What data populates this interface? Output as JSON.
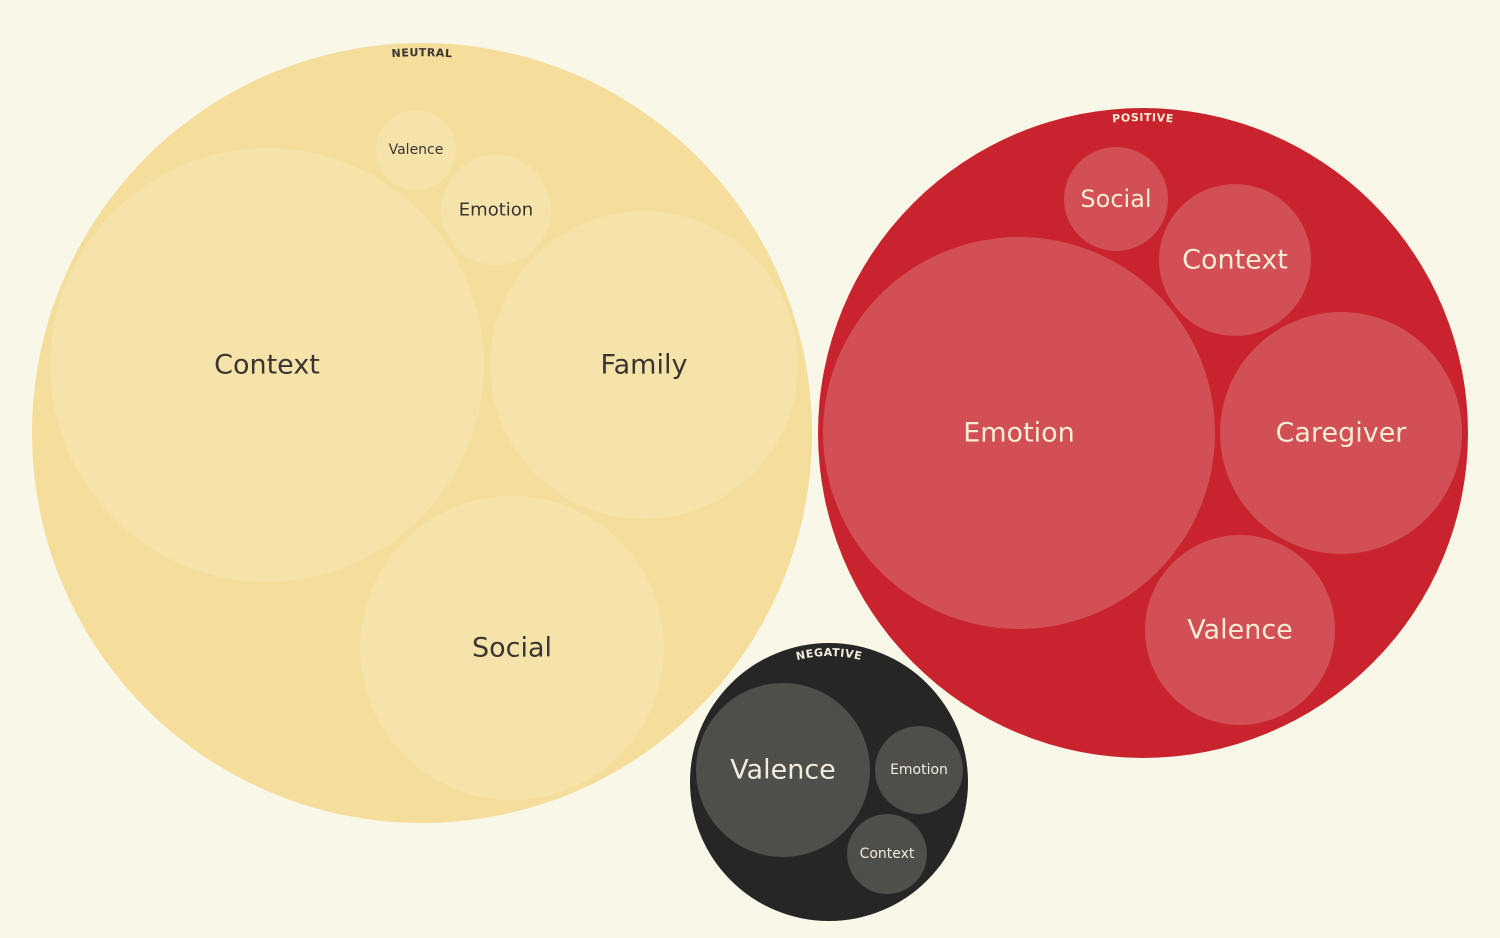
{
  "chart_data": {
    "type": "bubble",
    "groups": [
      {
        "name": "NEUTRAL",
        "color": "#f5dd9b",
        "child_color": "#f5e3a9",
        "text_color": "#3a3530",
        "children": [
          {
            "name": "Context",
            "radius_rel": 1.0
          },
          {
            "name": "Family",
            "radius_rel": 0.71
          },
          {
            "name": "Social",
            "radius_rel": 0.7
          },
          {
            "name": "Emotion",
            "radius_rel": 0.25
          },
          {
            "name": "Valence",
            "radius_rel": 0.18
          }
        ]
      },
      {
        "name": "POSITIVE",
        "color": "#c9242e",
        "child_color": "#d24f55",
        "text_color": "#f6ecd6",
        "children": [
          {
            "name": "Emotion",
            "radius_rel": 1.0
          },
          {
            "name": "Caregiver",
            "radius_rel": 0.62
          },
          {
            "name": "Valence",
            "radius_rel": 0.49
          },
          {
            "name": "Context",
            "radius_rel": 0.39
          },
          {
            "name": "Social",
            "radius_rel": 0.27
          }
        ]
      },
      {
        "name": "NEGATIVE",
        "color": "#262626",
        "child_color": "#4e4e4b",
        "text_color": "#f2ecdd",
        "children": [
          {
            "name": "Valence",
            "radius_rel": 1.0
          },
          {
            "name": "Emotion",
            "radius_rel": 0.5
          },
          {
            "name": "Context",
            "radius_rel": 0.46
          }
        ]
      }
    ]
  }
}
